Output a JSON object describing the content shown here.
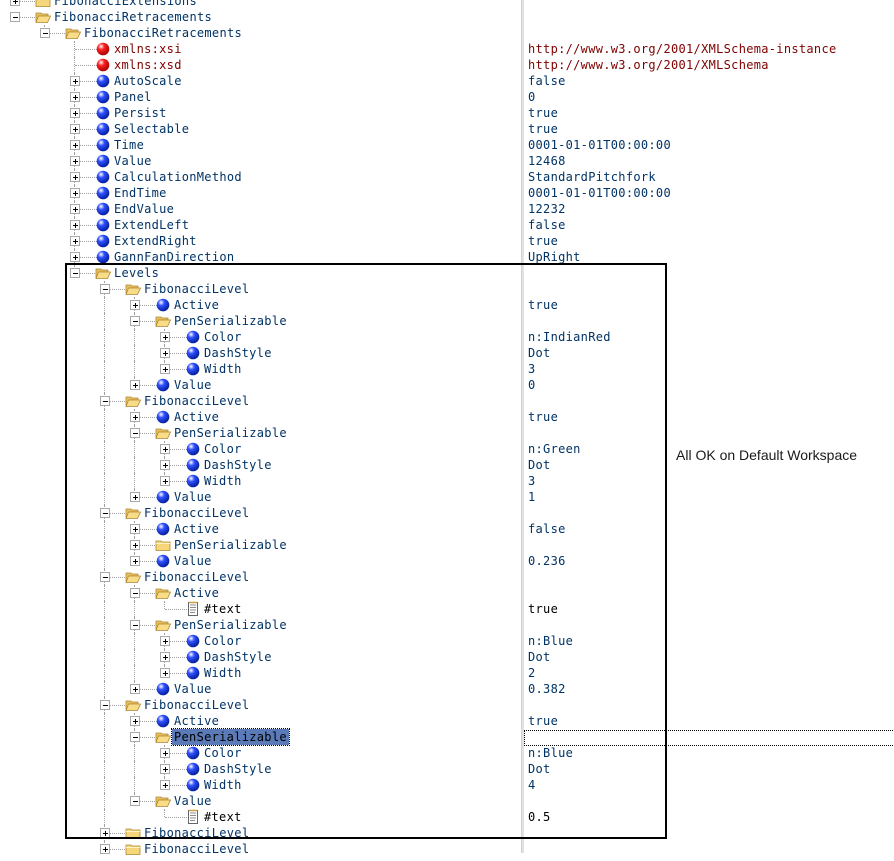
{
  "annotation": "All OK on Default Workspace",
  "colors": {
    "element_text": "#003366",
    "attribute_text": "#800000",
    "text_node": "#000000",
    "selection": "#5a7ab8",
    "highlight_box": "#000000"
  },
  "tree": [
    {
      "depth": 0,
      "expander": "plus",
      "icon": "folder",
      "name": "FibonacciExtensions",
      "value": ""
    },
    {
      "depth": 0,
      "expander": "minus",
      "icon": "folder-open",
      "name": "FibonacciRetracements",
      "value": ""
    },
    {
      "depth": 1,
      "expander": "minus",
      "icon": "folder-open",
      "name": "FibonacciRetracements",
      "value": ""
    },
    {
      "depth": 2,
      "expander": "none",
      "icon": "attribute",
      "name": "xmlns:xsi",
      "value": "http://www.w3.org/2001/XMLSchema-instance",
      "kind": "attr"
    },
    {
      "depth": 2,
      "expander": "none",
      "icon": "attribute",
      "name": "xmlns:xsd",
      "value": "http://www.w3.org/2001/XMLSchema",
      "kind": "attr"
    },
    {
      "depth": 2,
      "expander": "plus",
      "icon": "element",
      "name": "AutoScale",
      "value": "false"
    },
    {
      "depth": 2,
      "expander": "plus",
      "icon": "element",
      "name": "Panel",
      "value": "0"
    },
    {
      "depth": 2,
      "expander": "plus",
      "icon": "element",
      "name": "Persist",
      "value": "true"
    },
    {
      "depth": 2,
      "expander": "plus",
      "icon": "element",
      "name": "Selectable",
      "value": "true"
    },
    {
      "depth": 2,
      "expander": "plus",
      "icon": "element",
      "name": "Time",
      "value": "0001-01-01T00:00:00"
    },
    {
      "depth": 2,
      "expander": "plus",
      "icon": "element",
      "name": "Value",
      "value": "12468"
    },
    {
      "depth": 2,
      "expander": "plus",
      "icon": "element",
      "name": "CalculationMethod",
      "value": "StandardPitchfork"
    },
    {
      "depth": 2,
      "expander": "plus",
      "icon": "element",
      "name": "EndTime",
      "value": "0001-01-01T00:00:00"
    },
    {
      "depth": 2,
      "expander": "plus",
      "icon": "element",
      "name": "EndValue",
      "value": "12232"
    },
    {
      "depth": 2,
      "expander": "plus",
      "icon": "element",
      "name": "ExtendLeft",
      "value": "false"
    },
    {
      "depth": 2,
      "expander": "plus",
      "icon": "element",
      "name": "ExtendRight",
      "value": "true"
    },
    {
      "depth": 2,
      "expander": "plus",
      "icon": "element",
      "name": "GannFanDirection",
      "value": "UpRight"
    },
    {
      "depth": 2,
      "expander": "minus",
      "icon": "folder-open",
      "name": "Levels",
      "value": ""
    },
    {
      "depth": 3,
      "expander": "minus",
      "icon": "folder-open",
      "name": "FibonacciLevel",
      "value": ""
    },
    {
      "depth": 4,
      "expander": "plus",
      "icon": "element",
      "name": "Active",
      "value": "true"
    },
    {
      "depth": 4,
      "expander": "minus",
      "icon": "folder-open",
      "name": "PenSerializable",
      "value": ""
    },
    {
      "depth": 5,
      "expander": "plus",
      "icon": "element",
      "name": "Color",
      "value": "n:IndianRed"
    },
    {
      "depth": 5,
      "expander": "plus",
      "icon": "element",
      "name": "DashStyle",
      "value": "Dot"
    },
    {
      "depth": 5,
      "expander": "plus",
      "icon": "element",
      "name": "Width",
      "value": "3"
    },
    {
      "depth": 4,
      "expander": "plus",
      "icon": "element",
      "name": "Value",
      "value": "0"
    },
    {
      "depth": 3,
      "expander": "minus",
      "icon": "folder-open",
      "name": "FibonacciLevel",
      "value": ""
    },
    {
      "depth": 4,
      "expander": "plus",
      "icon": "element",
      "name": "Active",
      "value": "true"
    },
    {
      "depth": 4,
      "expander": "minus",
      "icon": "folder-open",
      "name": "PenSerializable",
      "value": ""
    },
    {
      "depth": 5,
      "expander": "plus",
      "icon": "element",
      "name": "Color",
      "value": "n:Green"
    },
    {
      "depth": 5,
      "expander": "plus",
      "icon": "element",
      "name": "DashStyle",
      "value": "Dot"
    },
    {
      "depth": 5,
      "expander": "plus",
      "icon": "element",
      "name": "Width",
      "value": "3"
    },
    {
      "depth": 4,
      "expander": "plus",
      "icon": "element",
      "name": "Value",
      "value": "1"
    },
    {
      "depth": 3,
      "expander": "minus",
      "icon": "folder-open",
      "name": "FibonacciLevel",
      "value": ""
    },
    {
      "depth": 4,
      "expander": "plus",
      "icon": "element",
      "name": "Active",
      "value": "false"
    },
    {
      "depth": 4,
      "expander": "plus",
      "icon": "folder",
      "name": "PenSerializable",
      "value": ""
    },
    {
      "depth": 4,
      "expander": "plus",
      "icon": "element",
      "name": "Value",
      "value": "0.236"
    },
    {
      "depth": 3,
      "expander": "minus",
      "icon": "folder-open",
      "name": "FibonacciLevel",
      "value": ""
    },
    {
      "depth": 4,
      "expander": "minus",
      "icon": "folder-open",
      "name": "Active",
      "value": ""
    },
    {
      "depth": 5,
      "expander": "none",
      "icon": "text",
      "name": "#text",
      "value": "true",
      "kind": "text"
    },
    {
      "depth": 4,
      "expander": "minus",
      "icon": "folder-open",
      "name": "PenSerializable",
      "value": ""
    },
    {
      "depth": 5,
      "expander": "plus",
      "icon": "element",
      "name": "Color",
      "value": "n:Blue"
    },
    {
      "depth": 5,
      "expander": "plus",
      "icon": "element",
      "name": "DashStyle",
      "value": "Dot"
    },
    {
      "depth": 5,
      "expander": "plus",
      "icon": "element",
      "name": "Width",
      "value": "2"
    },
    {
      "depth": 4,
      "expander": "plus",
      "icon": "element",
      "name": "Value",
      "value": "0.382"
    },
    {
      "depth": 3,
      "expander": "minus",
      "icon": "folder-open",
      "name": "FibonacciLevel",
      "value": ""
    },
    {
      "depth": 4,
      "expander": "plus",
      "icon": "element",
      "name": "Active",
      "value": "true"
    },
    {
      "depth": 4,
      "expander": "minus",
      "icon": "folder-open",
      "name": "PenSerializable",
      "value": "",
      "selected": true
    },
    {
      "depth": 5,
      "expander": "plus",
      "icon": "element",
      "name": "Color",
      "value": "n:Blue"
    },
    {
      "depth": 5,
      "expander": "plus",
      "icon": "element",
      "name": "DashStyle",
      "value": "Dot"
    },
    {
      "depth": 5,
      "expander": "plus",
      "icon": "element",
      "name": "Width",
      "value": "4"
    },
    {
      "depth": 4,
      "expander": "minus",
      "icon": "folder-open",
      "name": "Value",
      "value": ""
    },
    {
      "depth": 5,
      "expander": "none",
      "icon": "text",
      "name": "#text",
      "value": "0.5",
      "kind": "text"
    },
    {
      "depth": 3,
      "expander": "plus",
      "icon": "folder",
      "name": "FibonacciLevel",
      "value": ""
    },
    {
      "depth": 3,
      "expander": "plus",
      "icon": "folder",
      "name": "FibonacciLevel",
      "value": ""
    }
  ]
}
